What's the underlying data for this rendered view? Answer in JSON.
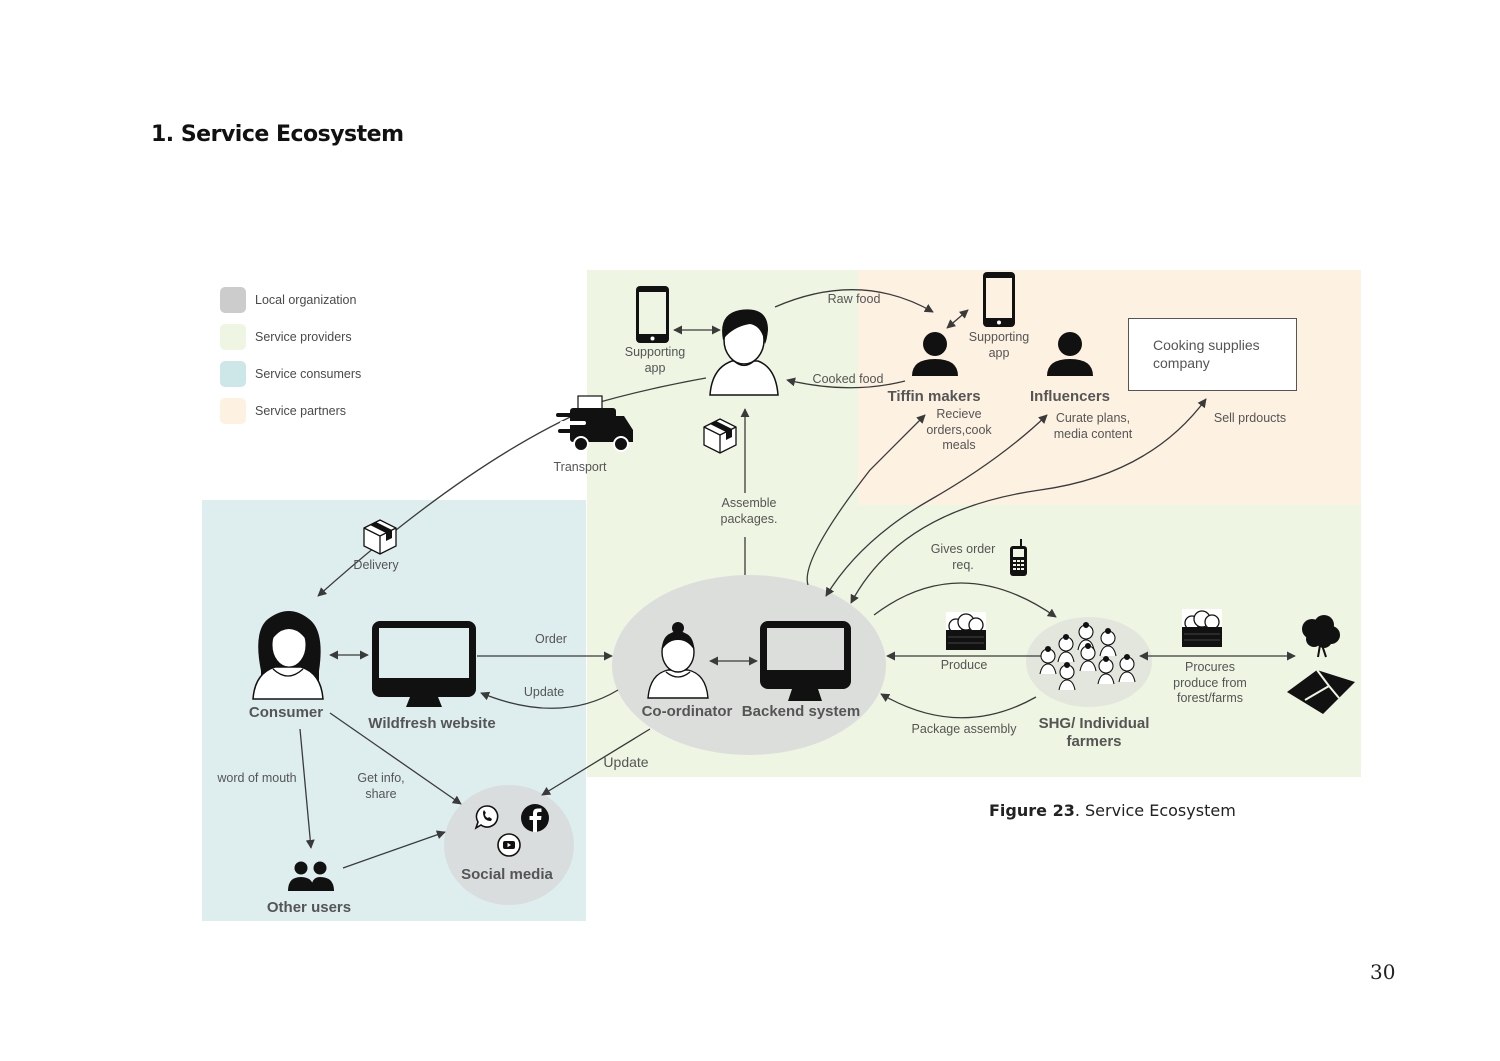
{
  "page": {
    "title": "1. Service Ecosystem",
    "caption_prefix": "Figure 23",
    "caption_text": ". Service Ecosystem",
    "page_number": "30"
  },
  "colors": {
    "local_organization": "#d4d4d4",
    "service_providers": "#eff5e3",
    "service_consumers": "#deeeee",
    "service_partners": "#fdf2e2",
    "ink": "#111111",
    "arrow": "#3a3a3a",
    "label": "#555555"
  },
  "legend": [
    {
      "label": "Local organization",
      "color": "#cccccc"
    },
    {
      "label": "Service providers",
      "color": "#eff5e3"
    },
    {
      "label": "Service consumers",
      "color": "#cde7e9"
    },
    {
      "label": "Service partners",
      "color": "#fdf2e2"
    }
  ],
  "nodes": {
    "supporting_app_1": "Supporting\napp",
    "supporting_app_2": "Supporting\napp",
    "tiffin_makers": "Tiffin makers",
    "tiffin_makers_desc": "Recieve\norders,cook\nmeals",
    "influencers": "Influencers",
    "influencers_desc": "Curate plans,\nmedia content",
    "cooking_supplies": "Cooking supplies\ncompany",
    "sell_products": "Sell prdoucts",
    "transport": "Transport",
    "delivery": "Delivery",
    "assemble_packages": "Assemble\npackages.",
    "consumer": "Consumer",
    "wildfresh_website": "Wildfresh website",
    "coordinator": "Co-ordinator",
    "backend_system": "Backend system",
    "shg_farmers": "SHG/ Individual\nfarmers",
    "social_media": "Social media",
    "other_users": "Other users",
    "procures": "Procures\nproduce from\nforest/farms"
  },
  "edges": {
    "raw_food": "Raw food",
    "cooked_food": "Cooked food",
    "order": "Order",
    "update_website": "Update",
    "update_social": "Update",
    "gives_order_req": "Gives order\nreq.",
    "produce": "Produce",
    "package_assembly": "Package assembly",
    "word_of_mouth": "word of mouth",
    "get_info_share": "Get info,\nshare"
  }
}
